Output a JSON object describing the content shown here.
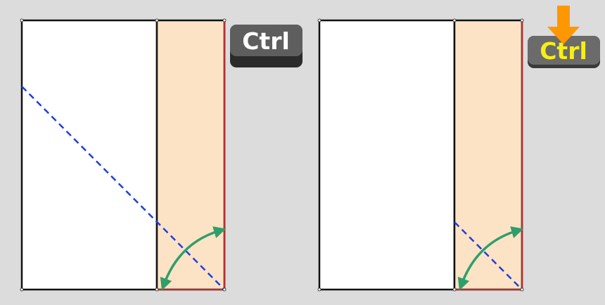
{
  "colors": {
    "background": "#dcdcdc",
    "sheet_fill": "#ffffff",
    "sheet_border": "#111111",
    "strip_fill": "#fde3c5",
    "strip_border": "#b23030",
    "fold_line": "#1f3fdc",
    "rotate_arrow": "#2f9e6a",
    "key_normal_face": "#5e5e5e",
    "key_normal_text": "#ffffff",
    "key_pressed_face": "#6b6b6b",
    "key_pressed_text": "#f5ef18",
    "press_arrow": "#ff9800"
  },
  "panels": [
    {
      "key": {
        "label": "Ctrl",
        "state": "released",
        "icon": "ctrl-key-icon"
      }
    },
    {
      "key": {
        "label": "Ctrl",
        "state": "pressed",
        "icon": "ctrl-key-icon",
        "indicator_icon": "press-down-arrow-icon"
      }
    }
  ]
}
